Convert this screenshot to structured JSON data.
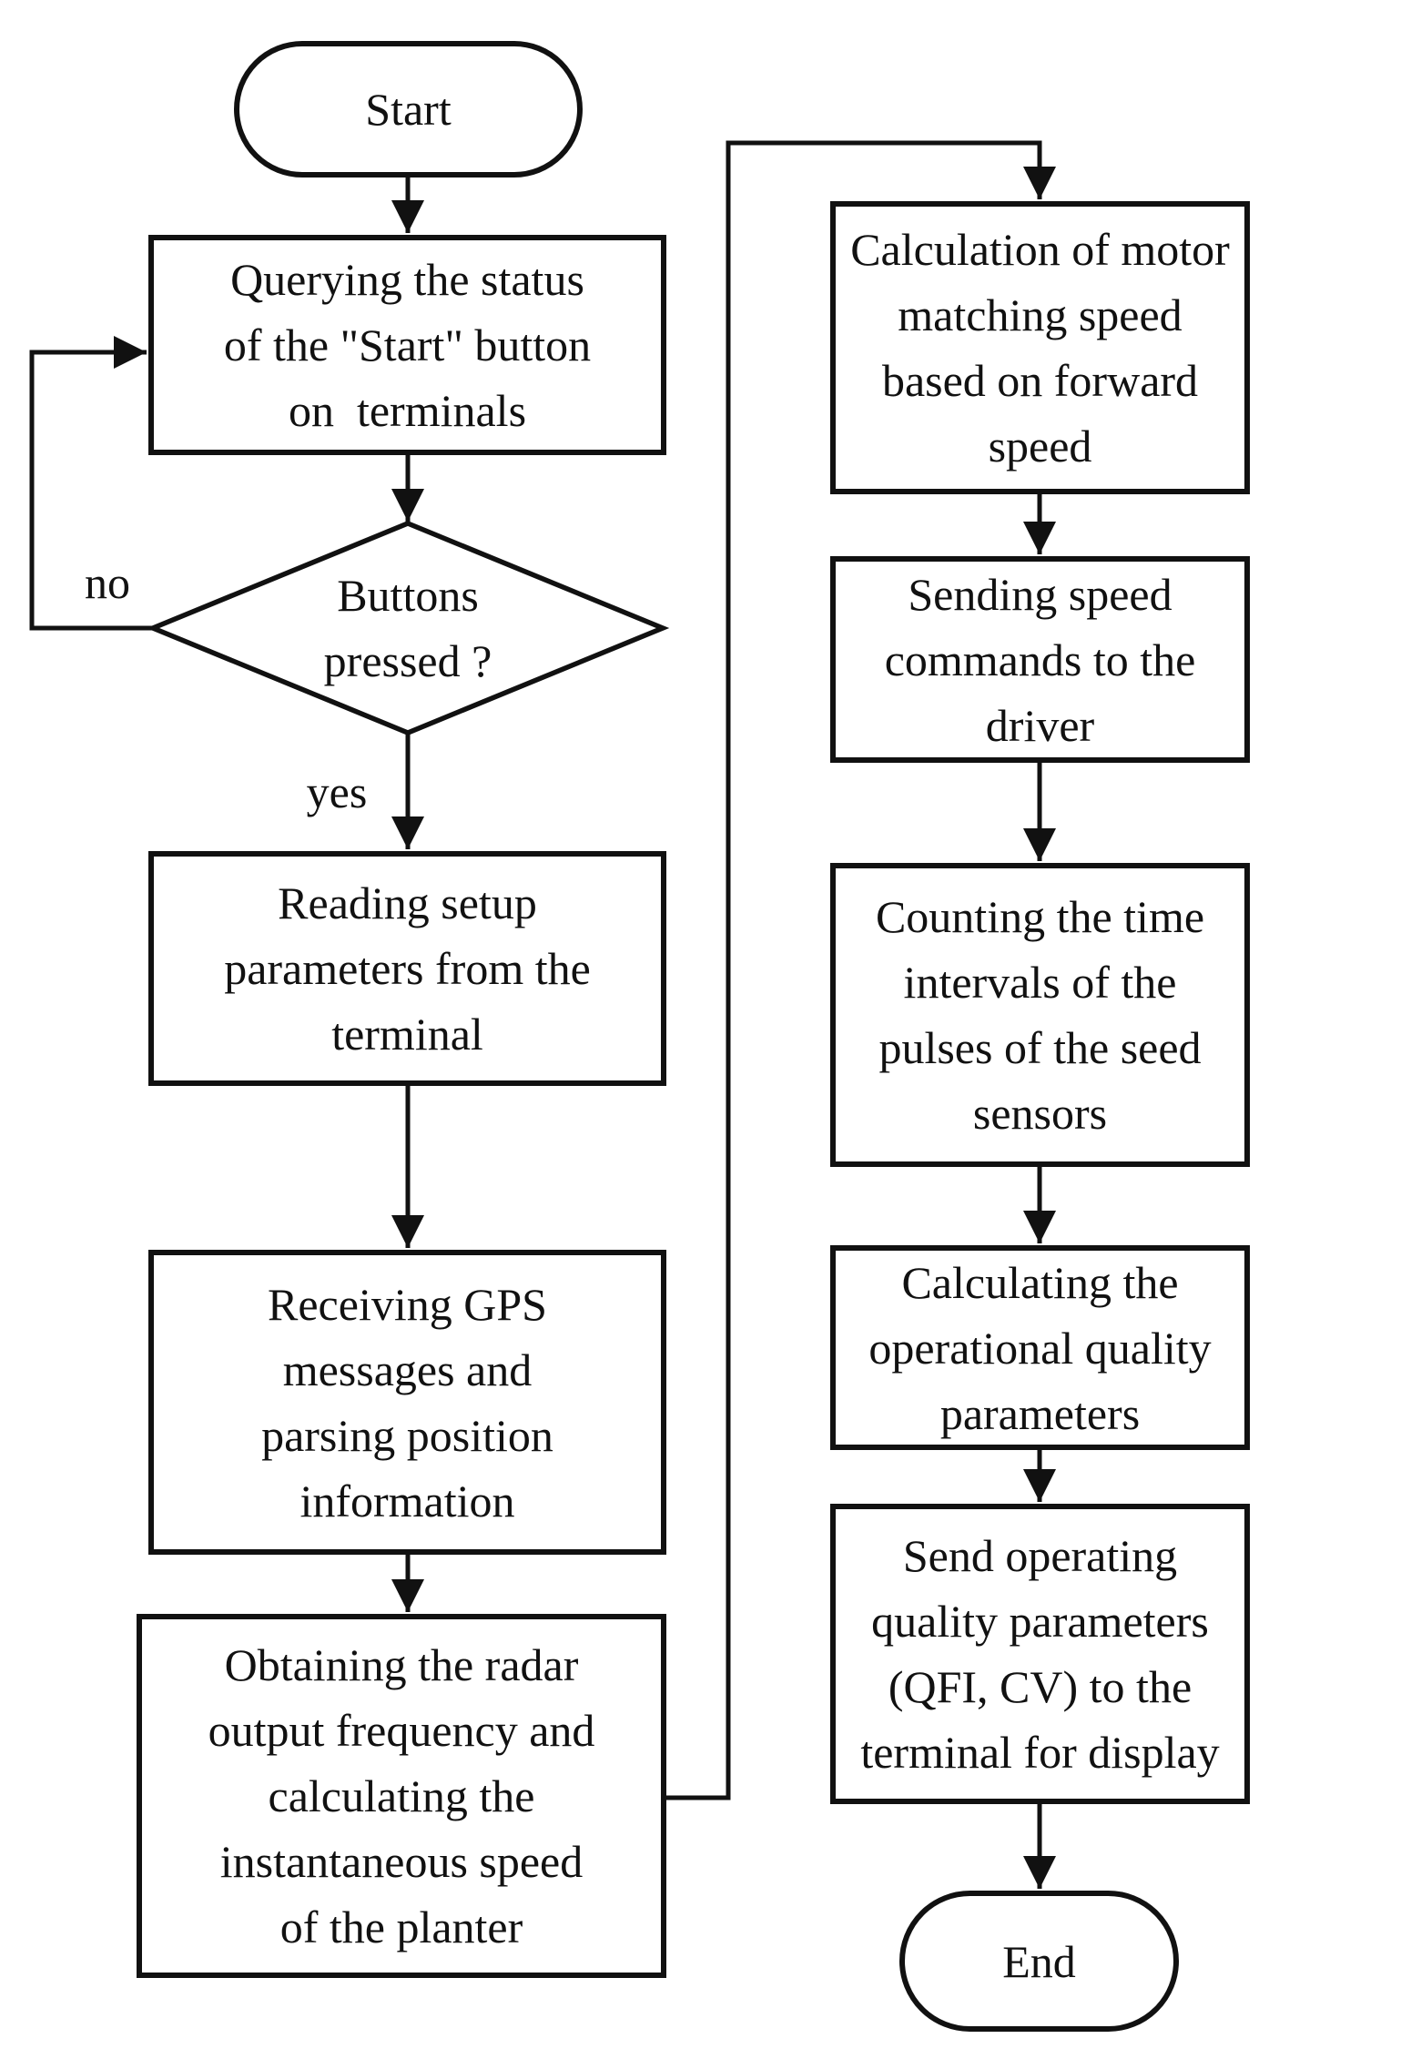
{
  "diagram": {
    "type": "flowchart",
    "colors": {
      "line": "#111111",
      "background": "#ffffff",
      "text": "#111111"
    },
    "nodes": {
      "start": {
        "shape": "terminator",
        "label": "Start"
      },
      "querying": {
        "shape": "process",
        "lines": [
          "Querying the status",
          "of the \"Start\" button",
          "on  terminals"
        ]
      },
      "buttons_pressed": {
        "shape": "decision",
        "lines": [
          "Buttons",
          "pressed ?"
        ]
      },
      "reading": {
        "shape": "process",
        "lines": [
          "Reading setup",
          "parameters from the",
          "terminal"
        ]
      },
      "gps": {
        "shape": "process",
        "lines": [
          "Receiving GPS",
          "messages and",
          "parsing position",
          "information"
        ]
      },
      "radar": {
        "shape": "process",
        "lines": [
          "Obtaining the radar",
          "output frequency and",
          "calculating the",
          "instantaneous speed",
          "of the planter"
        ]
      },
      "motor": {
        "shape": "process",
        "lines": [
          "Calculation of motor",
          "matching speed",
          "based on forward",
          "speed"
        ]
      },
      "sending": {
        "shape": "process",
        "lines": [
          "Sending speed",
          "commands to the",
          "driver"
        ]
      },
      "counting": {
        "shape": "process",
        "lines": [
          "Counting the time",
          "intervals of the",
          "pulses of the seed",
          "sensors"
        ]
      },
      "calc_quality": {
        "shape": "process",
        "lines": [
          "Calculating the",
          "operational quality",
          "parameters"
        ]
      },
      "send_quality": {
        "shape": "process",
        "lines": [
          "Send operating",
          "quality parameters",
          "(QFI, CV) to the",
          "terminal for display"
        ]
      },
      "end": {
        "shape": "terminator",
        "label": "End"
      }
    },
    "edge_labels": {
      "no": "no",
      "yes": "yes"
    }
  }
}
